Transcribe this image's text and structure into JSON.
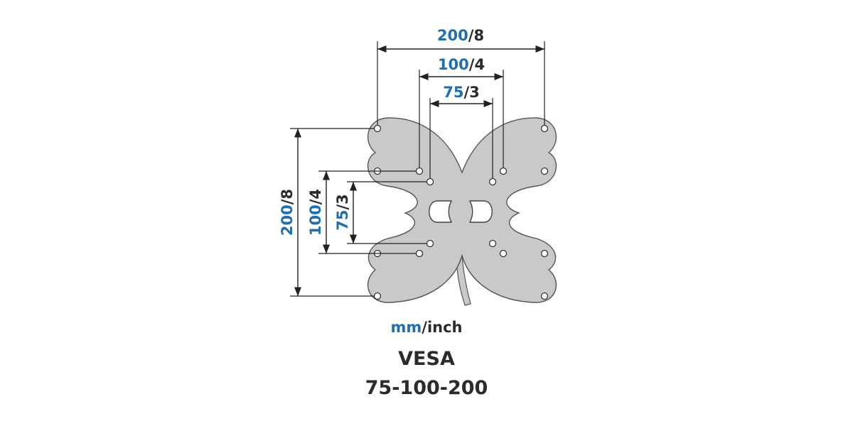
{
  "colors": {
    "metric": "#1f6fb0",
    "imperial": "#2b2b2b",
    "plate_fill": "#c9c9c9",
    "plate_stroke": "#555555",
    "line": "#222222"
  },
  "dimensions": {
    "horizontal": [
      {
        "mm": "200",
        "sep": "/",
        "inch": "8"
      },
      {
        "mm": "100",
        "sep": "/",
        "inch": "4"
      },
      {
        "mm": "75",
        "sep": "/",
        "inch": "3"
      }
    ],
    "vertical": [
      {
        "mm": "200",
        "sep": "/",
        "inch": "8"
      },
      {
        "mm": "100",
        "sep": "/",
        "inch": "4"
      },
      {
        "mm": "75",
        "sep": "/",
        "inch": "3"
      }
    ]
  },
  "units": {
    "mm": "mm",
    "sep": "/",
    "inch": "inch"
  },
  "caption": {
    "title": "VESA",
    "sizes": "75-100-200"
  }
}
